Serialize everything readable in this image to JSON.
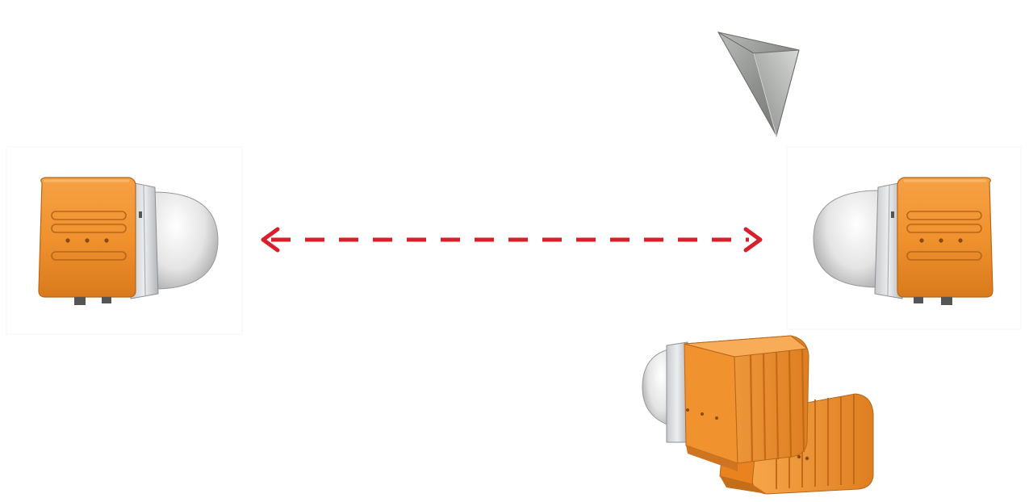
{
  "diagram": {
    "arrow_color": "#d81f2a",
    "housing_color": "#f0922e",
    "dome_color": "#dcdcdc",
    "reflector_color": "#9a9c98",
    "link_style": "dashed-bidirectional",
    "devices": [
      {
        "name": "radar-unit-left",
        "facing": "right"
      },
      {
        "name": "radar-unit-right",
        "facing": "left"
      },
      {
        "name": "radar-pair-perspective",
        "facing": "left"
      }
    ],
    "reflector": {
      "name": "corner-reflector"
    }
  }
}
